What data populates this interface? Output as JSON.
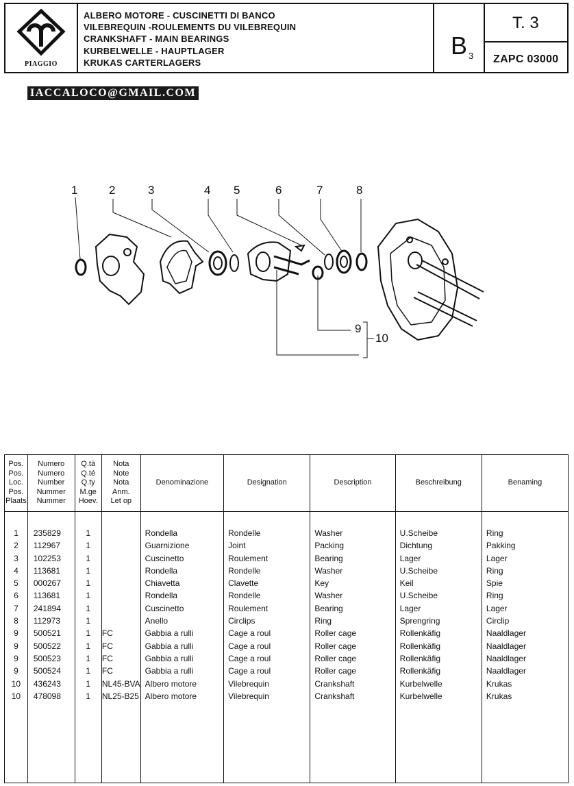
{
  "header": {
    "brand": "PIAGGIO",
    "titles": [
      "ALBERO MOTORE - CUSCINETTI DI BANCO",
      "VILEBREQUIN  -ROULEMENTS DU VILEBREQUIN",
      "CRANKSHAFT - MAIN BEARINGS",
      "KURBELWELLE - HAUPTLAGER",
      "KRUKAS   CARTERLAGERS"
    ],
    "group_code": "B",
    "group_sub": "3",
    "table_no": "T. 3",
    "doc_code": "ZAPC 03000"
  },
  "watermark": "IACCALOCO@GMAIL.COM",
  "diagram": {
    "callouts": [
      "1",
      "2",
      "3",
      "4",
      "5",
      "6",
      "7",
      "8",
      "9",
      "10"
    ]
  },
  "table": {
    "headers": {
      "pos": [
        "Pos.",
        "Pos.",
        "Loc.",
        "Pos.",
        "Plaats"
      ],
      "number": [
        "Numero",
        "Numero",
        "Number",
        "Nummer",
        "Nummer"
      ],
      "qty": [
        "Q.tà",
        "Q.té",
        "Q.ty",
        "M.ge",
        "Hoev."
      ],
      "note": [
        "Nota",
        "Note",
        "Nota",
        "Anm.",
        "Let op"
      ],
      "it": "Denominazione",
      "fr": "Designation",
      "en": "Description",
      "de": "Beschreibung",
      "nl": "Benaming"
    },
    "rows": [
      {
        "pos": "1",
        "num": "235829",
        "qty": "1",
        "note": "",
        "it": "Rondella",
        "fr": "Rondelle",
        "en": "Washer",
        "de": "U.Scheibe",
        "nl": "Ring"
      },
      {
        "pos": "2",
        "num": "112967",
        "qty": "1",
        "note": "",
        "it": "Guarnizione",
        "fr": "Joint",
        "en": "Packing",
        "de": "Dichtung",
        "nl": "Pakking"
      },
      {
        "pos": "3",
        "num": "102253",
        "qty": "1",
        "note": "",
        "it": "Cuscinetto",
        "fr": "Roulement",
        "en": "Bearing",
        "de": "Lager",
        "nl": "Lager"
      },
      {
        "pos": "4",
        "num": "113681",
        "qty": "1",
        "note": "",
        "it": "Rondella",
        "fr": "Rondelle",
        "en": "Washer",
        "de": "U.Scheibe",
        "nl": "Ring"
      },
      {
        "pos": "5",
        "num": "000267",
        "qty": "1",
        "note": "",
        "it": "Chiavetta",
        "fr": "Clavette",
        "en": "Key",
        "de": "Keil",
        "nl": "Spie"
      },
      {
        "pos": "6",
        "num": "113681",
        "qty": "1",
        "note": "",
        "it": "Rondella",
        "fr": "Rondelle",
        "en": "Washer",
        "de": "U.Scheibe",
        "nl": "Ring"
      },
      {
        "pos": "7",
        "num": "241894",
        "qty": "1",
        "note": "",
        "it": "Cuscinetto",
        "fr": "Roulement",
        "en": "Bearing",
        "de": "Lager",
        "nl": "Lager"
      },
      {
        "pos": "8",
        "num": "112973",
        "qty": "1",
        "note": "",
        "it": "Anello",
        "fr": "Circlips",
        "en": "Ring",
        "de": "Sprengring",
        "nl": "Circlip"
      },
      {
        "pos": "9",
        "num": "500521",
        "qty": "1",
        "note": "FC",
        "it": "Gabbia a rulli",
        "fr": "Cage a roul",
        "en": "Roller cage",
        "de": "Rollenkäfig",
        "nl": "Naaldlager"
      },
      {
        "pos": "9",
        "num": "500522",
        "qty": "1",
        "note": "FC",
        "it": "Gabbia a rulli",
        "fr": "Cage a roul",
        "en": "Roller cage",
        "de": "Rollenkäfig",
        "nl": "Naaldlager"
      },
      {
        "pos": "9",
        "num": "500523",
        "qty": "1",
        "note": "FC",
        "it": "Gabbia a rulli",
        "fr": "Cage a roul",
        "en": "Roller cage",
        "de": "Rollenkäfig",
        "nl": "Naaldlager"
      },
      {
        "pos": "9",
        "num": "500524",
        "qty": "1",
        "note": "FC",
        "it": "Gabbia a rulli",
        "fr": "Cage a roul",
        "en": "Roller cage",
        "de": "Rollenkäfig",
        "nl": "Naaldlager"
      },
      {
        "pos": "10",
        "num": "436243",
        "qty": "1",
        "note": "NL45-BVA",
        "it": "Albero motore",
        "fr": "Vilebrequin",
        "en": "Crankshaft",
        "de": "Kurbelwelle",
        "nl": "Krukas"
      },
      {
        "pos": "10",
        "num": "478098",
        "qty": "1",
        "note": "NL25-B25",
        "it": "Albero motore",
        "fr": "Vilebrequin",
        "en": "Crankshaft",
        "de": "Kurbelwelle",
        "nl": "Krukas"
      }
    ]
  }
}
